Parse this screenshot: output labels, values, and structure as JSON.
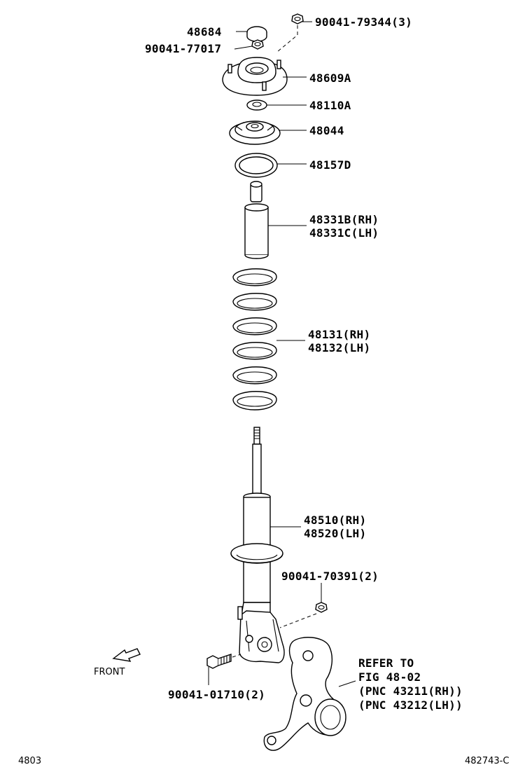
{
  "labels": {
    "p48684": "48684",
    "p90041_77017": "90041-77017",
    "p90041_79344": "90041-79344(3)",
    "p48609A": "48609A",
    "p48110A": "48110A",
    "p48044": "48044",
    "p48157D": "48157D",
    "p48331B": "48331B(RH)",
    "p48331C": "48331C(LH)",
    "p48131": "48131(RH)",
    "p48132": "48132(LH)",
    "p48510": "48510(RH)",
    "p48520": "48520(LH)",
    "p90041_70391": "90041-70391(2)",
    "p90041_01710": "90041-01710(2)",
    "refer1": "REFER TO",
    "refer2": "FIG 48-02",
    "refer3": "(PNC 43211(RH))",
    "refer4": "(PNC 43212(LH))",
    "front": "FRONT"
  },
  "footer": {
    "left_code": "4803",
    "right_code": "482743-C"
  },
  "icons": [
    "front-arrow-icon"
  ]
}
